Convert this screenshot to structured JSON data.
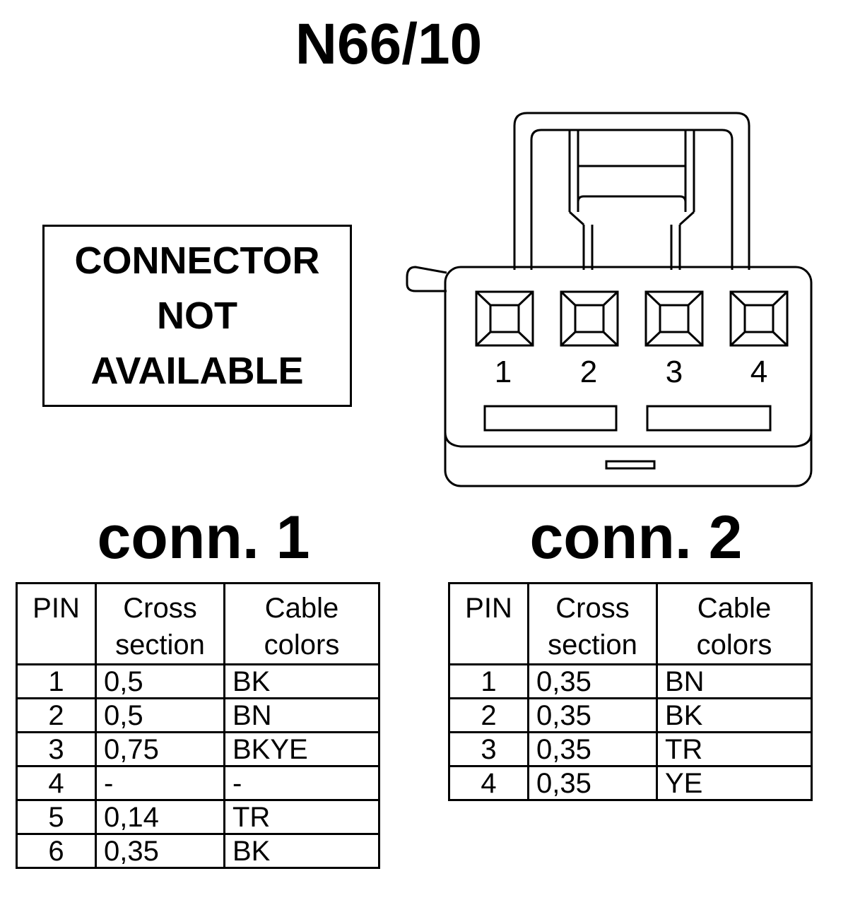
{
  "title": "N66/10",
  "notice": {
    "line1": "CONNECTOR",
    "line2": "NOT",
    "line3": "AVAILABLE"
  },
  "connector_drawing": {
    "pins": [
      "1",
      "2",
      "3",
      "4"
    ]
  },
  "conn1": {
    "heading": "conn. 1",
    "headers": {
      "pin": "PIN",
      "cross1": "Cross",
      "cross2": "section",
      "colors1": "Cable",
      "colors2": "colors"
    },
    "rows": [
      {
        "pin": "1",
        "cross": "0,5",
        "color": "BK"
      },
      {
        "pin": "2",
        "cross": "0,5",
        "color": "BN"
      },
      {
        "pin": "3",
        "cross": "0,75",
        "color": "BKYE"
      },
      {
        "pin": "4",
        "cross": "-",
        "color": "-"
      },
      {
        "pin": "5",
        "cross": "0,14",
        "color": "TR"
      },
      {
        "pin": "6",
        "cross": "0,35",
        "color": "BK"
      }
    ]
  },
  "conn2": {
    "heading": "conn. 2",
    "headers": {
      "pin": "PIN",
      "cross1": "Cross",
      "cross2": "section",
      "colors1": "Cable",
      "colors2": "colors"
    },
    "rows": [
      {
        "pin": "1",
        "cross": "0,35",
        "color": "BN"
      },
      {
        "pin": "2",
        "cross": "0,35",
        "color": "BK"
      },
      {
        "pin": "3",
        "cross": "0,35",
        "color": "TR"
      },
      {
        "pin": "4",
        "cross": "0,35",
        "color": "YE"
      }
    ]
  }
}
